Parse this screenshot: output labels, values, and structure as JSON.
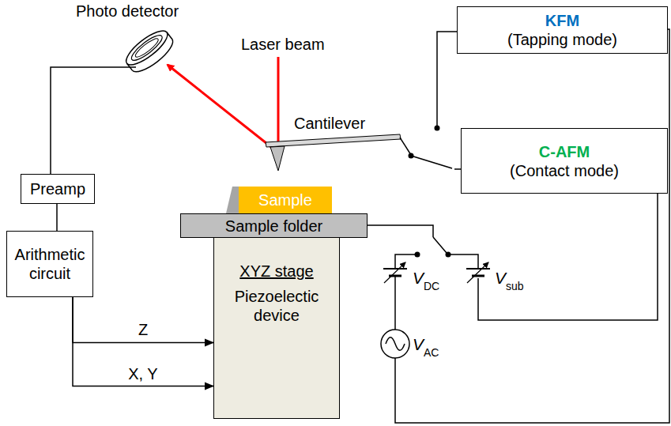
{
  "diagram": {
    "nodes": [
      {
        "text": [
          "KFM",
          "(Tapping mode)"
        ]
      },
      {
        "text": [
          "C-AFM",
          "(Contact mode)"
        ]
      },
      {
        "text": [
          "Sample"
        ]
      },
      {
        "text": [
          "Preamp"
        ]
      },
      {
        "text": [
          "Sample folder"
        ]
      },
      {
        "text": [
          "Arithmetic circuit"
        ]
      },
      {
        "text": [
          "XYZ stage",
          "Piezoelectic device"
        ]
      }
    ],
    "edges": [
      {
        "from": 3,
        "to": 5,
        "arrow": "none"
      },
      {
        "from": 5,
        "to": 6,
        "arrow": "to",
        "label": "Z"
      },
      {
        "from": 5,
        "to": 6,
        "arrow": "to",
        "label": "X, Y"
      }
    ],
    "labels": [
      "Photo detector",
      "Laser beam",
      "Cantilever",
      "V",
      "DC",
      "V",
      "sub",
      "V",
      "AC"
    ]
  }
}
